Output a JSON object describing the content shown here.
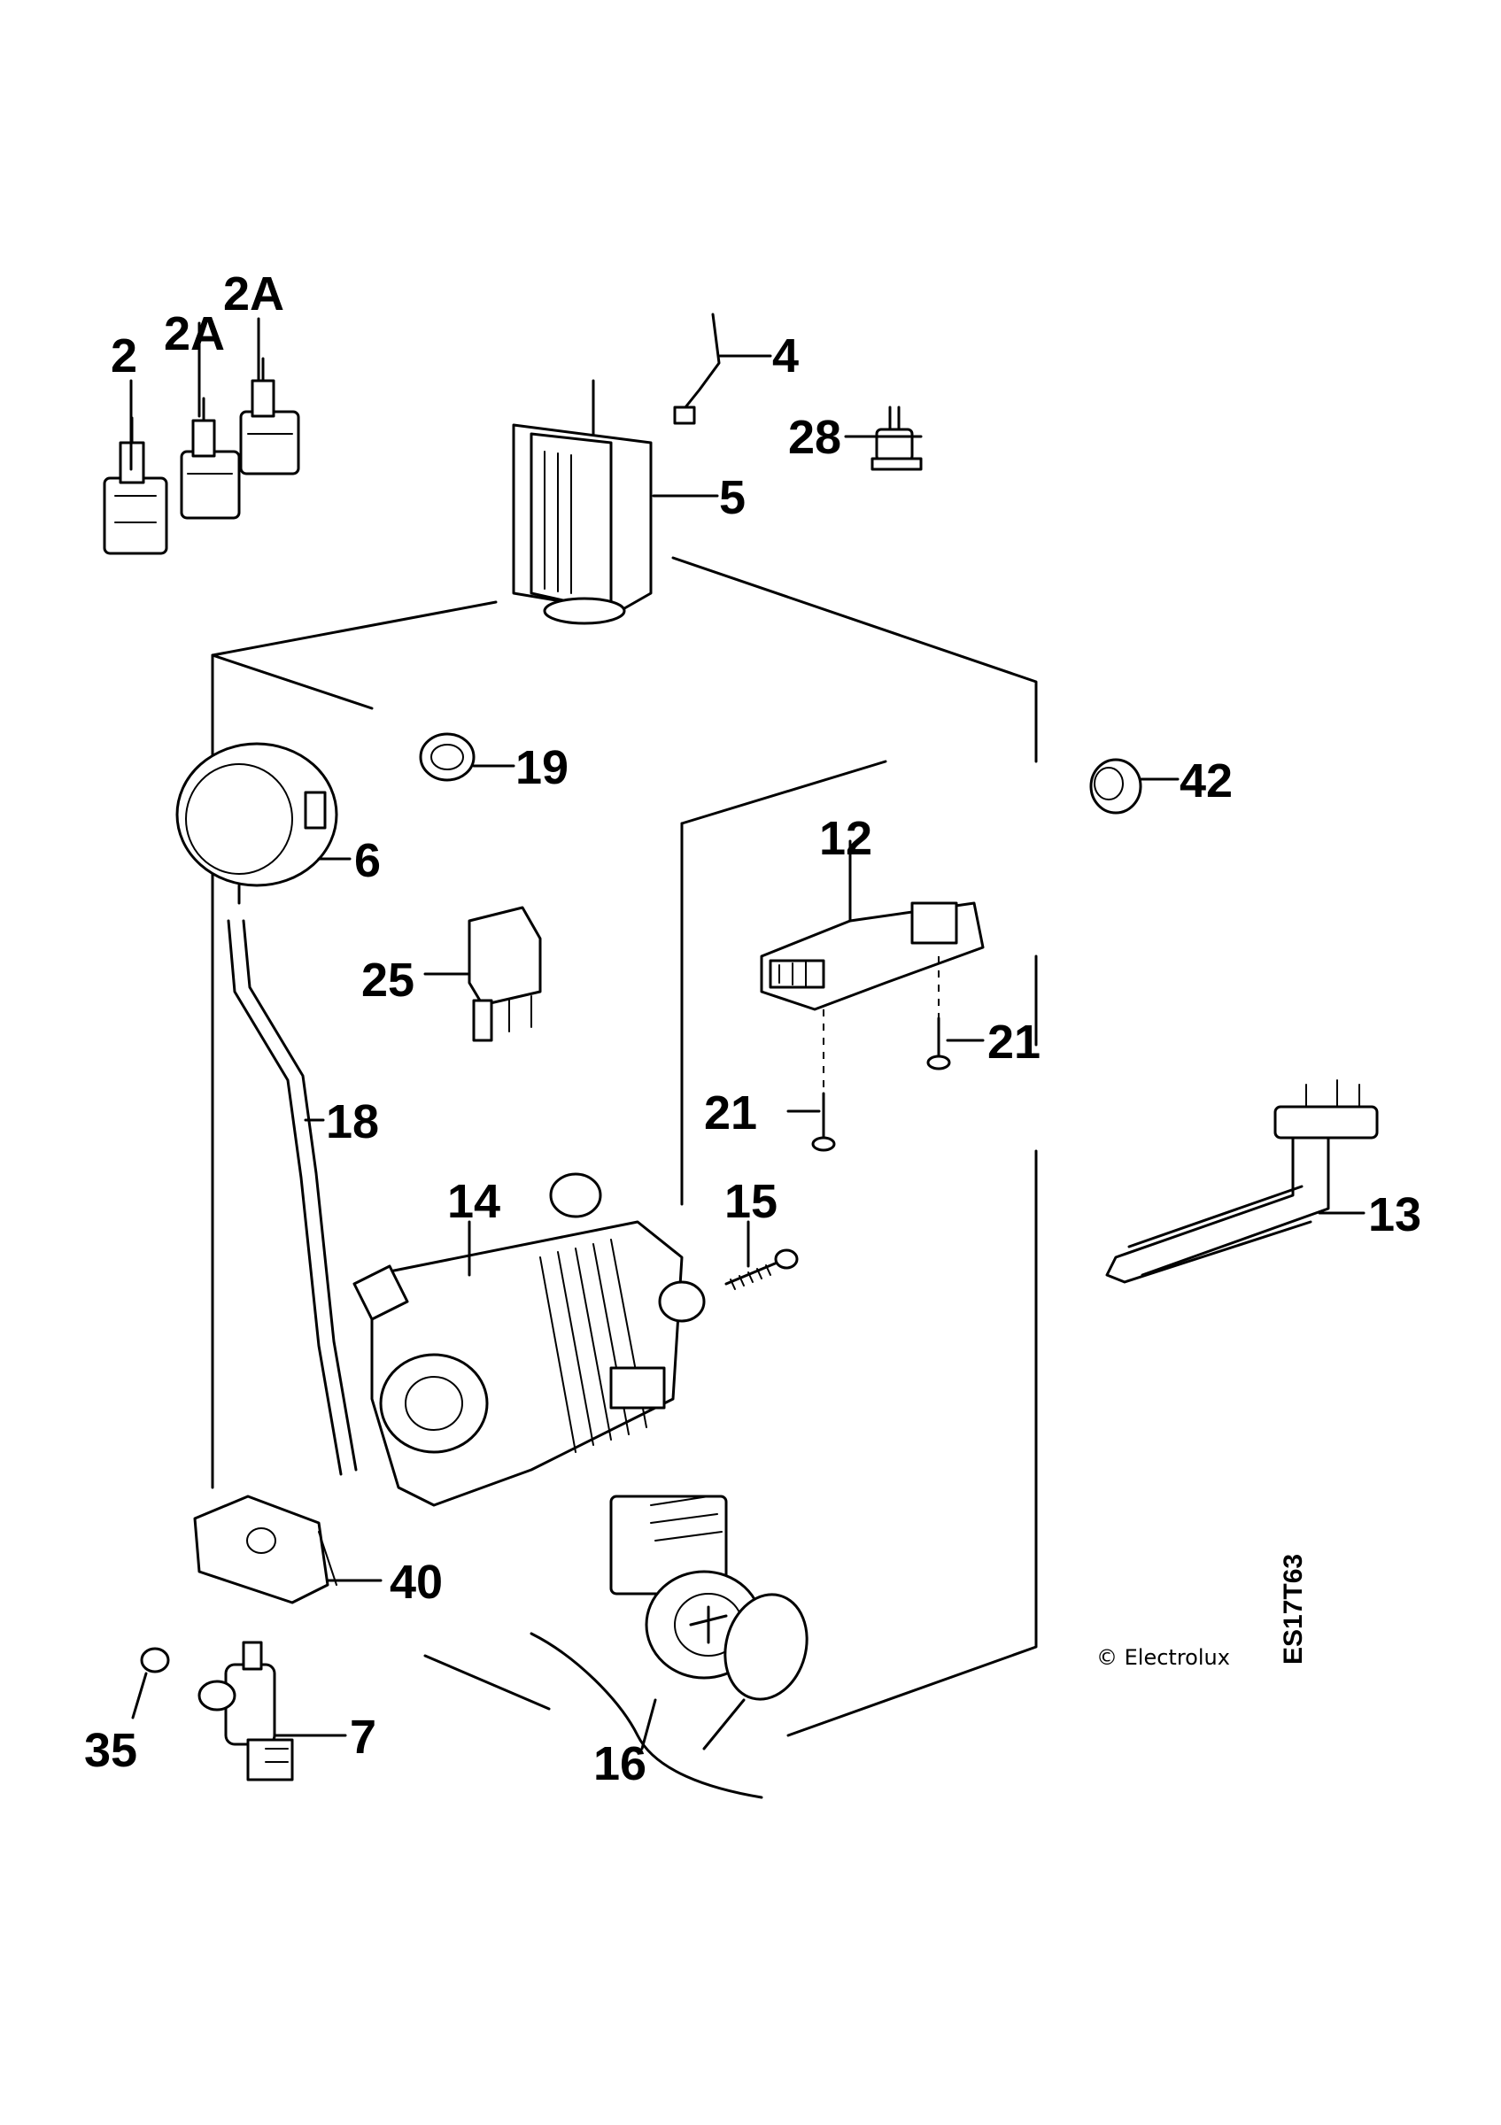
{
  "callouts": {
    "c2": "2",
    "c2a_1": "2A",
    "c2a_2": "2A",
    "c4": "4",
    "c5": "5",
    "c28": "28",
    "c19": "19",
    "c42": "42",
    "c6": "6",
    "c12": "12",
    "c25": "25",
    "c21a": "21",
    "c21b": "21",
    "c18": "18",
    "c14": "14",
    "c15": "15",
    "c13": "13",
    "c40": "40",
    "c35": "35",
    "c7": "7",
    "c16": "16"
  },
  "footer": {
    "copyright": "© Electrolux",
    "diagram_code": "ES17T63"
  }
}
